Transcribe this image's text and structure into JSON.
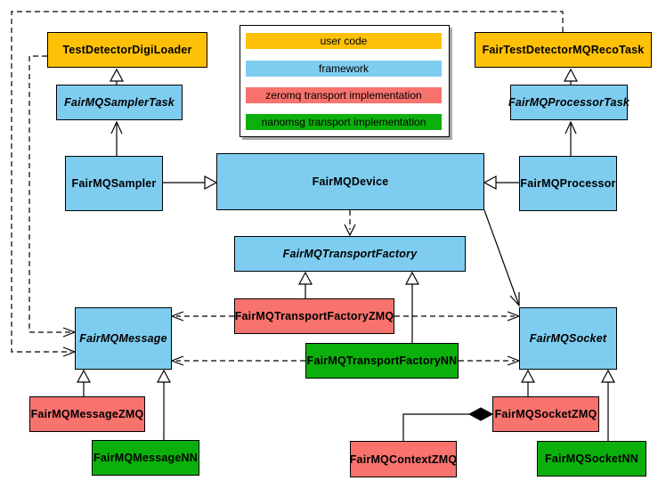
{
  "colors": {
    "user_code": "#FFC107",
    "framework": "#7ECDF1",
    "zeromq_impl": "#F8736E",
    "nanomsg_impl": "#0CB00C"
  },
  "legend": {
    "labels": [
      "user code",
      "framework",
      "zeromq transport implementation",
      "nanomsg transport implementation"
    ]
  },
  "nodes": {
    "test_detector_digi_loader": {
      "label": "TestDetectorDigiLoader",
      "category": "user code"
    },
    "fair_test_detector_mq_reco_task": {
      "label": "FairTestDetectorMQRecoTask",
      "category": "user code"
    },
    "fair_mq_sampler_task": {
      "label": "FairMQSamplerTask",
      "category": "framework",
      "abstract": true
    },
    "fair_mq_processor_task": {
      "label": "FairMQProcessorTask",
      "category": "framework",
      "abstract": true
    },
    "fair_mq_sampler": {
      "label": "FairMQSampler",
      "category": "framework"
    },
    "fair_mq_device": {
      "label": "FairMQDevice",
      "category": "framework"
    },
    "fair_mq_processor": {
      "label": "FairMQProcessor",
      "category": "framework"
    },
    "fair_mq_transport_factory": {
      "label": "FairMQTransportFactory",
      "category": "framework",
      "abstract": true
    },
    "fair_mq_transport_factory_zmq": {
      "label": "FairMQTransportFactoryZMQ",
      "category": "zeromq transport implementation"
    },
    "fair_mq_transport_factory_nn": {
      "label": "FairMQTransportFactoryNN",
      "category": "nanomsg transport implementation"
    },
    "fair_mq_message": {
      "label": "FairMQMessage",
      "category": "framework",
      "abstract": true
    },
    "fair_mq_socket": {
      "label": "FairMQSocket",
      "category": "framework",
      "abstract": true
    },
    "fair_mq_message_zmq": {
      "label": "FairMQMessageZMQ",
      "category": "zeromq transport implementation"
    },
    "fair_mq_message_nn": {
      "label": "FairMQMessageNN",
      "category": "nanomsg transport implementation"
    },
    "fair_mq_socket_zmq": {
      "label": "FairMQSocketZMQ",
      "category": "zeromq transport implementation"
    },
    "fair_mq_socket_nn": {
      "label": "FairMQSocketNN",
      "category": "nanomsg transport implementation"
    },
    "fair_mq_context_zmq": {
      "label": "FairMQContextZMQ",
      "category": "zeromq transport implementation"
    }
  },
  "edges": [
    {
      "from": "FairMQSamplerTask",
      "to": "TestDetectorDigiLoader",
      "style": "solid",
      "head": "hollow-triangle"
    },
    {
      "from": "FairMQProcessorTask",
      "to": "FairTestDetectorMQRecoTask",
      "style": "solid",
      "head": "hollow-triangle"
    },
    {
      "from": "FairMQSampler",
      "to": "FairMQSamplerTask",
      "style": "solid",
      "head": "open-arrow"
    },
    {
      "from": "FairMQProcessor",
      "to": "FairMQProcessorTask",
      "style": "solid",
      "head": "open-arrow"
    },
    {
      "from": "FairMQSampler",
      "to": "FairMQDevice",
      "style": "solid",
      "head": "hollow-triangle"
    },
    {
      "from": "FairMQProcessor",
      "to": "FairMQDevice",
      "style": "solid",
      "head": "hollow-triangle"
    },
    {
      "from": "FairMQDevice",
      "to": "FairMQTransportFactory",
      "style": "dashed",
      "head": "open-arrow"
    },
    {
      "from": "FairMQDevice",
      "to": "FairMQSocket",
      "style": "solid",
      "head": "open-arrow"
    },
    {
      "from": "TestDetectorDigiLoader",
      "to": "FairMQMessage",
      "style": "dashed",
      "head": "open-arrow"
    },
    {
      "from": "FairTestDetectorMQRecoTask",
      "to": "FairMQMessage",
      "style": "dashed",
      "head": "open-arrow"
    },
    {
      "from": "FairMQTransportFactoryZMQ",
      "to": "FairMQTransportFactory",
      "style": "solid",
      "head": "hollow-triangle"
    },
    {
      "from": "FairMQTransportFactoryNN",
      "to": "FairMQTransportFactory",
      "style": "solid",
      "head": "hollow-triangle"
    },
    {
      "from": "FairMQTransportFactoryZMQ",
      "to": "FairMQMessage",
      "style": "dashed",
      "head": "open-arrow"
    },
    {
      "from": "FairMQTransportFactoryZMQ",
      "to": "FairMQSocket",
      "style": "dashed",
      "head": "open-arrow"
    },
    {
      "from": "FairMQTransportFactoryNN",
      "to": "FairMQMessage",
      "style": "dashed",
      "head": "open-arrow"
    },
    {
      "from": "FairMQTransportFactoryNN",
      "to": "FairMQSocket",
      "style": "dashed",
      "head": "open-arrow"
    },
    {
      "from": "FairMQMessageZMQ",
      "to": "FairMQMessage",
      "style": "solid",
      "head": "hollow-triangle"
    },
    {
      "from": "FairMQMessageNN",
      "to": "FairMQMessage",
      "style": "solid",
      "head": "hollow-triangle"
    },
    {
      "from": "FairMQSocketZMQ",
      "to": "FairMQSocket",
      "style": "solid",
      "head": "hollow-triangle"
    },
    {
      "from": "FairMQSocketNN",
      "to": "FairMQSocket",
      "style": "solid",
      "head": "hollow-triangle"
    },
    {
      "from": "FairMQContextZMQ",
      "to": "FairMQSocketZMQ",
      "style": "solid",
      "head": "filled-diamond"
    }
  ]
}
